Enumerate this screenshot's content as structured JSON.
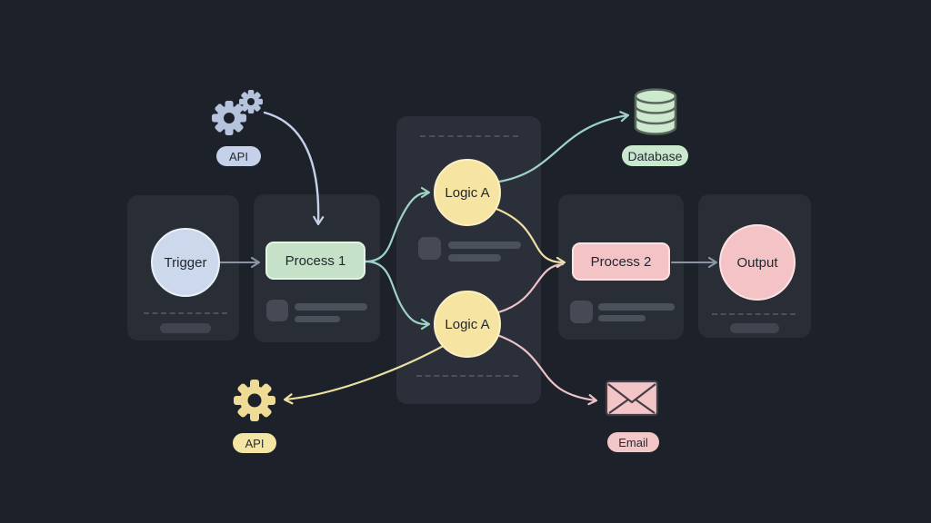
{
  "diagram": {
    "nodes": {
      "trigger": {
        "label": "Trigger",
        "color": "#ccd9ec"
      },
      "process1": {
        "label": "Process 1",
        "color": "#c5e2c8"
      },
      "logic_a_top": {
        "label": "Logic A",
        "color": "#f6e4a3"
      },
      "logic_a_bottom": {
        "label": "Logic A",
        "color": "#f6e4a3"
      },
      "process2": {
        "label": "Process 2",
        "color": "#f3c3c6"
      },
      "output": {
        "label": "Output",
        "color": "#f3c3c6"
      }
    },
    "badges": {
      "api_top": {
        "label": "API",
        "color": "#c4d1e9",
        "icon": "gears-icon"
      },
      "database": {
        "label": "Database",
        "color": "#c9e8cd",
        "icon": "database-icon"
      },
      "api_bottom": {
        "label": "API",
        "color": "#f4e5a2",
        "icon": "gear-icon"
      },
      "email": {
        "label": "Email",
        "color": "#f3c6c8",
        "icon": "email-icon"
      }
    },
    "connections": [
      {
        "from": "trigger",
        "to": "process1",
        "color": "#8b94a3"
      },
      {
        "from": "api_top_gears",
        "to": "process1",
        "color": "#c5d0ea"
      },
      {
        "from": "process1",
        "to": "logic_a_top",
        "color": "#9ed3c6"
      },
      {
        "from": "process1",
        "to": "logic_a_bottom",
        "color": "#9ed3c6"
      },
      {
        "from": "logic_a_top",
        "to": "database",
        "color": "#9ed3c6"
      },
      {
        "from": "logic_a_top",
        "to": "process2",
        "color": "#ece0a2"
      },
      {
        "from": "logic_a_bottom",
        "to": "process2",
        "color": "#edc2c9"
      },
      {
        "from": "logic_a_bottom",
        "to": "email",
        "color": "#edc2c9"
      },
      {
        "from": "logic_a_bottom",
        "to": "api_bottom_gear",
        "color": "#ece0a2"
      },
      {
        "from": "process2",
        "to": "output",
        "color": "#8b94a3"
      }
    ],
    "colors": {
      "background": "#1d212a",
      "card": "#292d36",
      "skeleton": "#4b515b",
      "gray_arrow": "#8b94a3",
      "teal_arrow": "#9ed3c6",
      "yellow_arrow": "#ece0a2",
      "pink_arrow": "#edc2c9",
      "lavender_arrow": "#c5d0ea"
    }
  }
}
